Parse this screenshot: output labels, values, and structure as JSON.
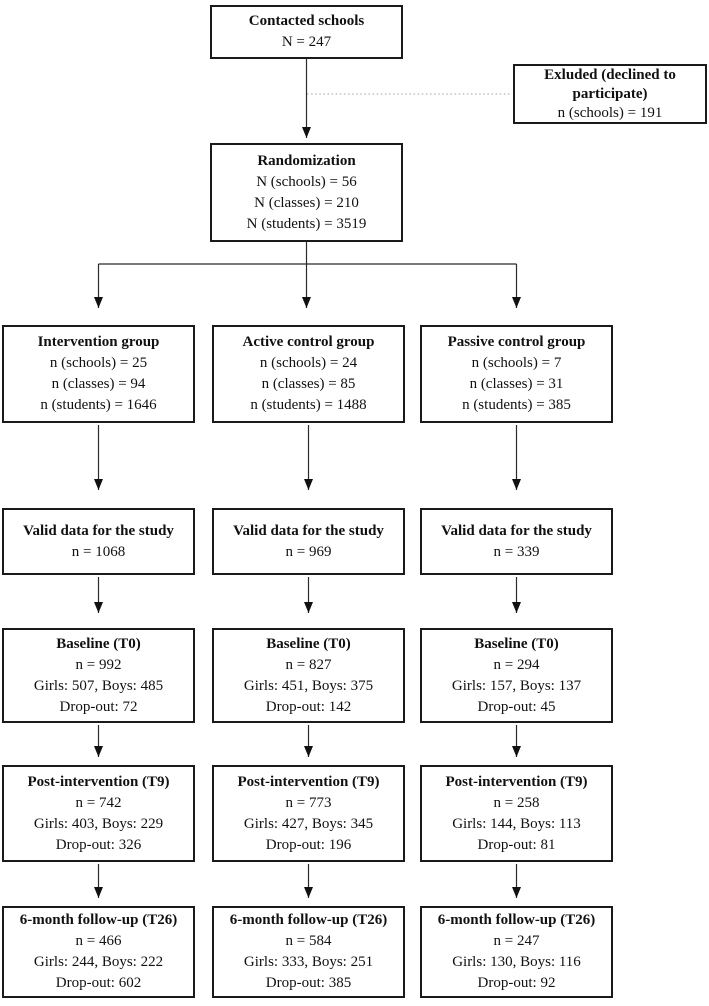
{
  "page": {
    "background": "#ffffff",
    "box_border_color": "#1a1a1a",
    "text_color": "#111111",
    "arrow_color": "#2b2b2b",
    "dotted_line_color": "#a0a0a0"
  },
  "flow": {
    "contacted": {
      "title": "Contacted schools",
      "lines": [
        "N = 247"
      ]
    },
    "excluded": {
      "title": "Exluded (declined to participate)",
      "lines": [
        "n (schools) = 191"
      ]
    },
    "randomization": {
      "title": "Randomization",
      "lines": [
        "N (schools) = 56",
        "N (classes) = 210",
        "N (students) = 3519"
      ]
    },
    "columns": [
      {
        "name": "intervention",
        "group": {
          "title": "Intervention group",
          "lines": [
            "n (schools) = 25",
            "n (classes) = 94",
            "n (students) = 1646"
          ]
        },
        "valid": {
          "title": "Valid data for the study",
          "lines": [
            "n = 1068"
          ]
        },
        "baseline": {
          "title": "Baseline (T0)",
          "lines": [
            "n = 992",
            "Girls: 507, Boys: 485",
            "Drop-out: 72"
          ]
        },
        "post": {
          "title": "Post-intervention (T9)",
          "lines": [
            "n = 742",
            "Girls: 403, Boys: 229",
            "Drop-out: 326"
          ]
        },
        "followup": {
          "title": "6-month follow-up (T26)",
          "lines": [
            "n = 466",
            "Girls: 244, Boys: 222",
            "Drop-out: 602"
          ]
        }
      },
      {
        "name": "active-control",
        "group": {
          "title": "Active control group",
          "lines": [
            "n (schools) = 24",
            "n (classes) = 85",
            "n (students) = 1488"
          ]
        },
        "valid": {
          "title": "Valid data for the study",
          "lines": [
            "n = 969"
          ]
        },
        "baseline": {
          "title": "Baseline (T0)",
          "lines": [
            "n = 827",
            "Girls: 451, Boys: 375",
            "Drop-out: 142"
          ]
        },
        "post": {
          "title": "Post-intervention (T9)",
          "lines": [
            "n = 773",
            "Girls: 427, Boys: 345",
            "Drop-out: 196"
          ]
        },
        "followup": {
          "title": "6-month follow-up (T26)",
          "lines": [
            "n = 584",
            "Girls: 333, Boys: 251",
            "Drop-out: 385"
          ]
        }
      },
      {
        "name": "passive-control",
        "group": {
          "title": "Passive control group",
          "lines": [
            "n (schools) = 7",
            "n (classes) = 31",
            "n (students) = 385"
          ]
        },
        "valid": {
          "title": "Valid data for the study",
          "lines": [
            "n = 339"
          ]
        },
        "baseline": {
          "title": "Baseline (T0)",
          "lines": [
            "n = 294",
            "Girls: 157, Boys: 137",
            "Drop-out: 45"
          ]
        },
        "post": {
          "title": "Post-intervention (T9)",
          "lines": [
            "n = 258",
            "Girls: 144, Boys: 113",
            "Drop-out: 81"
          ]
        },
        "followup": {
          "title": "6-month follow-up (T26)",
          "lines": [
            "n = 247",
            "Girls: 130, Boys: 116",
            "Drop-out: 92"
          ]
        }
      }
    ]
  }
}
